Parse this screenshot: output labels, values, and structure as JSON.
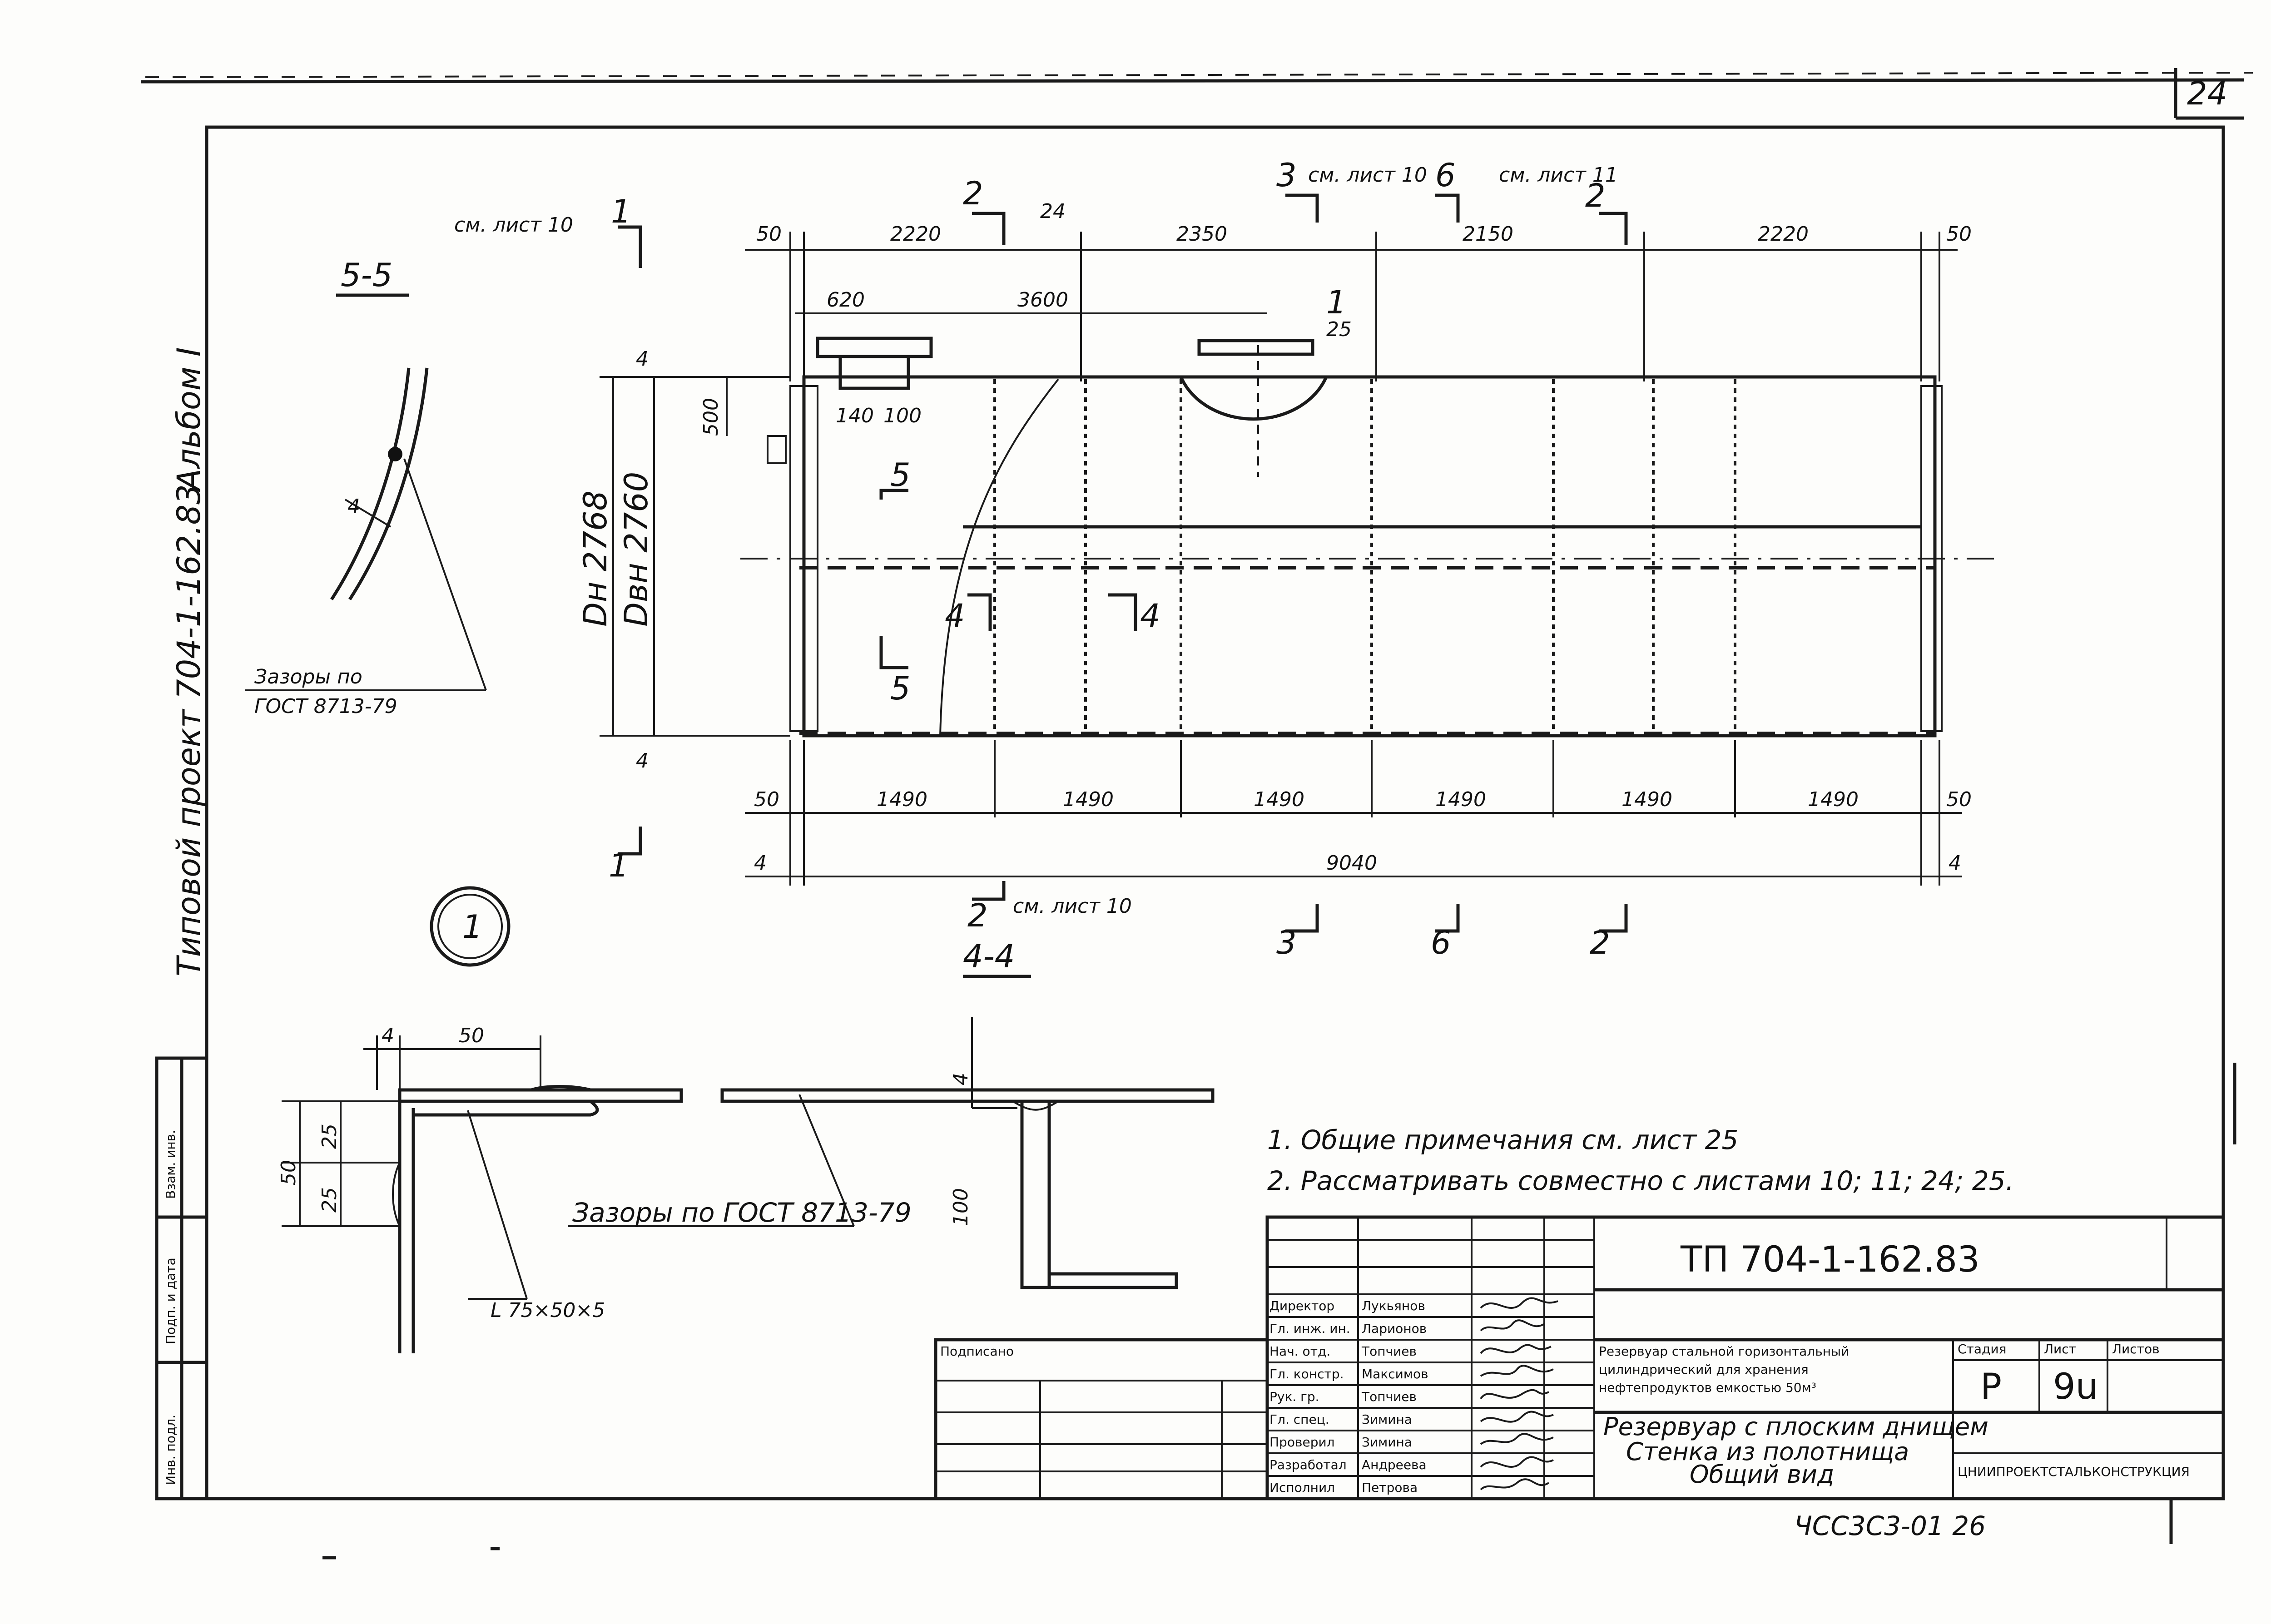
{
  "sheet": {
    "page_number": "24",
    "album_label": "Альбом I",
    "project_label": "Типовой проект 704-1-162.83",
    "footer_code": "ЧСС3С3-01 26"
  },
  "main_view": {
    "ref_left": "см. лист 10",
    "section_marks": [
      "1",
      "1",
      "2",
      "24",
      "3",
      "см. лист 10",
      "6",
      "см. лист 11",
      "2",
      "1",
      "25",
      "5",
      "5",
      "4",
      "4",
      "2",
      "см. лист 10",
      "3",
      "6",
      "2"
    ],
    "top_dims": [
      "50",
      "2220",
      "2350",
      "2150",
      "2220",
      "50"
    ],
    "sub_dims": [
      "620",
      "3600"
    ],
    "nozzle_dims": [
      "140",
      "100"
    ],
    "vertical_dims": [
      "4",
      "500",
      "4"
    ],
    "diameter_outer": "Dн 2768",
    "diameter_inner": "Dвн 2760",
    "bottom_dims": [
      "50",
      "1490",
      "1490",
      "1490",
      "1490",
      "1490",
      "1490",
      "50"
    ],
    "total_length": "9040",
    "end_dims": [
      "4",
      "4"
    ],
    "circle_mark": "1"
  },
  "section_5_5": {
    "title": "5-5",
    "dim": "4",
    "note_line1": "Зазоры по",
    "note_line2": "ГОСТ 8713-79"
  },
  "section_4_4": {
    "title": "4-4",
    "dims": [
      "4",
      "50",
      "50",
      "25",
      "25",
      "4",
      "100"
    ],
    "gap_note": "Зазоры по ГОСТ 8713-79",
    "angle_label": "L 75×50×5"
  },
  "notes": [
    "1. Общие примечания см. лист 25",
    "2. Рассматривать совместно с листами 10; 11; 24; 25."
  ],
  "title_block": {
    "project_code": "ТП 704-1-162.83",
    "object_desc_1": "Резервуар стальной горизонтальный",
    "object_desc_2": "цилиндрический для хранения",
    "object_desc_3": "нефтепродуктов емкостью 50м³",
    "stage_header": "Стадия",
    "sheet_header": "Лист",
    "sheets_header": "Листов",
    "stage": "Р",
    "sheet": "9u",
    "drawing_title_1": "Резервуар с плоским днищем",
    "drawing_title_2": "Стенка из полотнища",
    "drawing_title_3": "Общий вид",
    "organization": "ЦНИИПРОЕКТСТАЛЬКОНСТРУКЦИЯ",
    "left_label": "Подписано",
    "roles": [
      "Директор",
      "Гл. инж. ин.",
      "Нач. отд.",
      "Гл. констр.",
      "Рук. гр.",
      "Гл. спец.",
      "Проверил",
      "Разработал",
      "Исполнил"
    ],
    "names": [
      "Лукьянов",
      "Ларионов",
      "Топчиев",
      "Максимов",
      "Топчиев",
      "Зимина",
      "Зимина",
      "Андреева",
      "Петрова"
    ]
  },
  "side_stamp": [
    "Взам. инв.",
    "Подп. и дата",
    "Инв. подл."
  ]
}
